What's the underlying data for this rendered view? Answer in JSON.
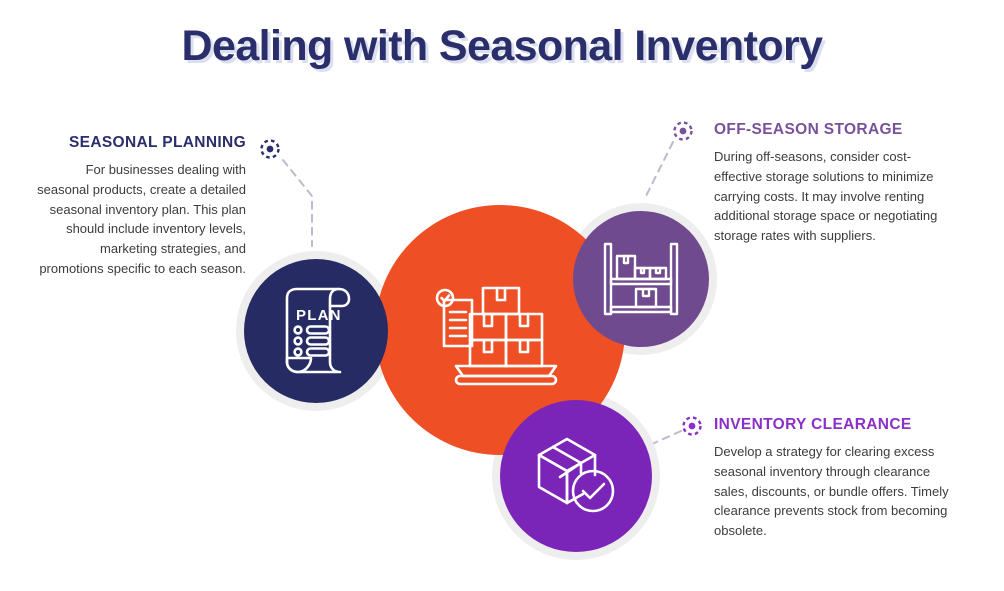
{
  "page": {
    "title": "Dealing with Seasonal Inventory",
    "background_color": "#ffffff"
  },
  "colors": {
    "navy": "#262b63",
    "orange": "#ef4f25",
    "purple_medium": "#6f4a8e",
    "purple_bright": "#7b24b8",
    "heading_navy": "#2a2f6b",
    "heading_purple_medium": "#79519b",
    "heading_purple_bright": "#8b2fc9",
    "body_text": "#3c3c3c",
    "ring_gray": "#eeeeee",
    "connector_gray": "#b9bccb"
  },
  "sections": [
    {
      "id": "seasonal-planning",
      "heading": "SEASONAL PLANNING",
      "body": "For businesses dealing with seasonal products, create a detailed seasonal inventory plan. This plan should include inventory levels, marketing strategies, and promotions specific to each season.",
      "align": "right",
      "heading_color": "#2a2f6b",
      "circle_color": "#262b63",
      "marker_color": "#2a2f6b",
      "icon": "plan-scroll-icon"
    },
    {
      "id": "off-season-storage",
      "heading": "OFF-SEASON STORAGE",
      "body": "During off-seasons, consider cost-effective storage solutions to minimize carrying costs. It may involve renting additional storage space or negotiating storage rates with suppliers.",
      "align": "left",
      "heading_color": "#79519b",
      "circle_color": "#6f4a8e",
      "marker_color": "#79519b",
      "icon": "warehouse-shelf-icon"
    },
    {
      "id": "inventory-clearance",
      "heading": "INVENTORY CLEARANCE",
      "body": "Develop a strategy for clearing excess seasonal inventory through clearance sales, discounts, or bundle offers. Timely clearance prevents stock from becoming obsolete.",
      "align": "left",
      "heading_color": "#8b2fc9",
      "circle_color": "#7b24b8",
      "marker_color": "#8b2fc9",
      "icon": "box-check-icon"
    }
  ],
  "center": {
    "icon": "stacked-boxes-clipboard-icon",
    "circle_color": "#ef4f25"
  },
  "icons": {
    "plan_label": "PLAN"
  }
}
